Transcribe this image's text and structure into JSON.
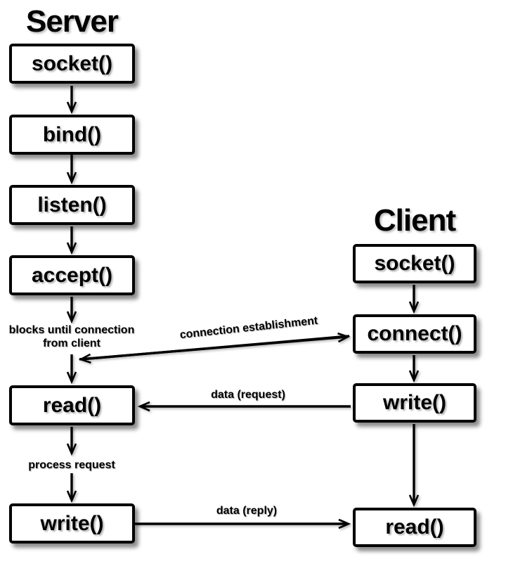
{
  "server": {
    "title": "Server",
    "steps": [
      "socket()",
      "bind()",
      "listen()",
      "accept()",
      "read()",
      "write()"
    ]
  },
  "client": {
    "title": "Client",
    "steps": [
      "socket()",
      "connect()",
      "write()",
      "read()"
    ]
  },
  "annotations": {
    "blocks_line1": "blocks until connection",
    "blocks_line2": "from client",
    "connection_establishment": "connection establishment",
    "data_request": "data (request)",
    "process_request": "process request",
    "data_reply": "data (reply)"
  },
  "colors": {
    "box_fill": "#ffffff",
    "box_border": "#000000",
    "arrow": "#000000",
    "background": "#ffffff"
  }
}
